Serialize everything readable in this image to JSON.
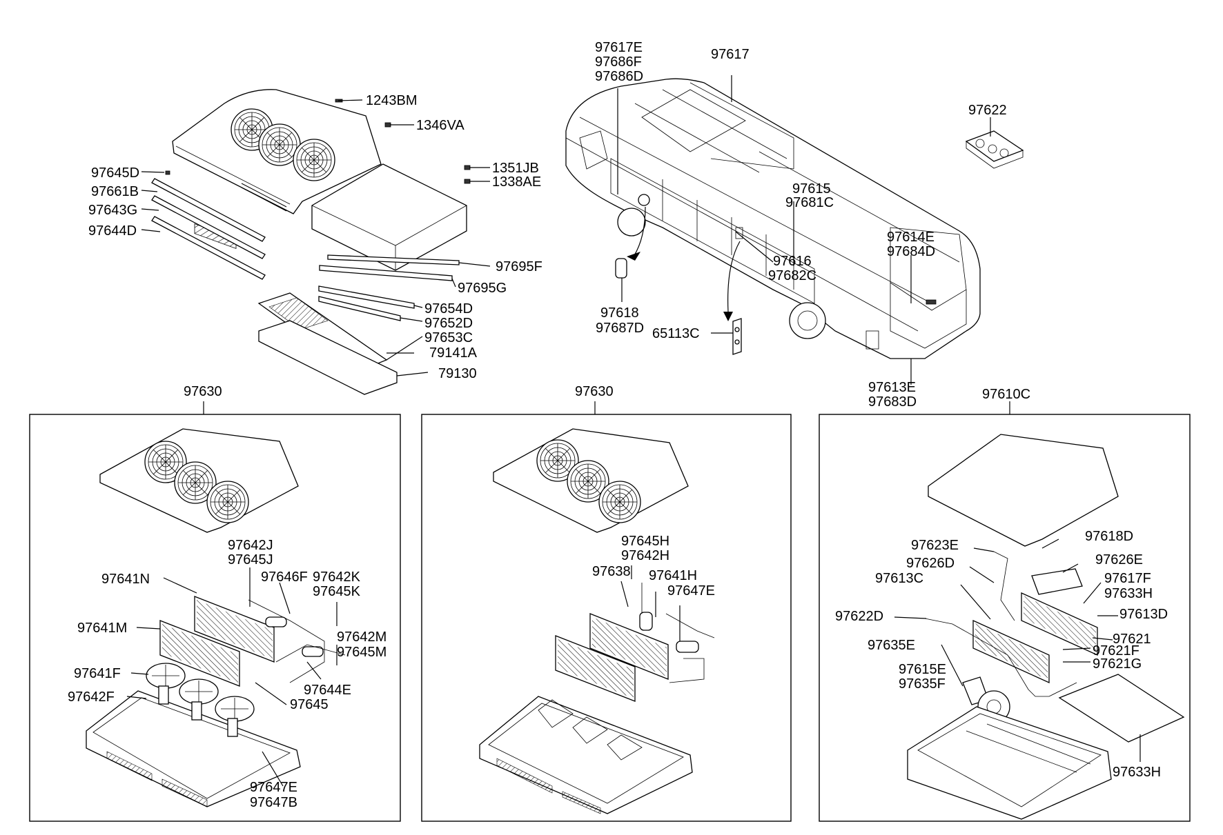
{
  "callouts": {
    "c1243BM": "1243BM",
    "c1346VA": "1346VA",
    "c1351JB": "1351JB",
    "c1338AE": "1338AE",
    "c97645D": "97645D",
    "c97661B": "97661B",
    "c97643G": "97643G",
    "c97644D": "97644D",
    "c97695F": "97695F",
    "c97695G": "97695G",
    "c97654D": "97654D",
    "c97652D": "97652D",
    "c97653C": "97653C",
    "c79141A": "79141A",
    "c79130": "79130",
    "c97617E": "97617E",
    "c97686F": "97686F",
    "c97686D": "97686D",
    "c97617": "97617",
    "c97622": "97622",
    "c97615": "97615",
    "c97681C": "97681C",
    "c97616": "97616",
    "c97682C": "97682C",
    "c97614E": "97614E",
    "c97684D": "97684D",
    "c97618": "97618",
    "c97687D": "97687D",
    "c65113C": "65113C",
    "c97613E": "97613E",
    "c97683D": "97683D",
    "c97630a": "97630",
    "c97630b": "97630",
    "c97610C": "97610C",
    "p1_97642J": "97642J",
    "p1_97645J": "97645J",
    "p1_97641N": "97641N",
    "p1_97646F": "97646F",
    "p1_97642K": "97642K",
    "p1_97645K": "97645K",
    "p1_97641M": "97641M",
    "p1_97642M": "97642M",
    "p1_97645M": "97645M",
    "p1_97641F": "97641F",
    "p1_97644E": "97644E",
    "p1_97642F": "97642F",
    "p1_97645": "97645",
    "p1_97647E": "97647E",
    "p1_97647B": "97647B",
    "p2_97645H": "97645H",
    "p2_97642H": "97642H",
    "p2_97638": "97638",
    "p2_97641H": "97641H",
    "p2_97647E": "97647E",
    "p3_97623E": "97623E",
    "p3_97618D": "97618D",
    "p3_97626D": "97626D",
    "p3_97626E": "97626E",
    "p3_97613C": "97613C",
    "p3_97617F": "97617F",
    "p3_97633H": "97633H",
    "p3_97622D": "97622D",
    "p3_97613D": "97613D",
    "p3_97635E": "97635E",
    "p3_97621": "97621",
    "p3_97621F": "97621F",
    "p3_97621G": "97621G",
    "p3_97615E": "97615E",
    "p3_97635F": "97635F",
    "p3_97633H2": "97633H"
  }
}
